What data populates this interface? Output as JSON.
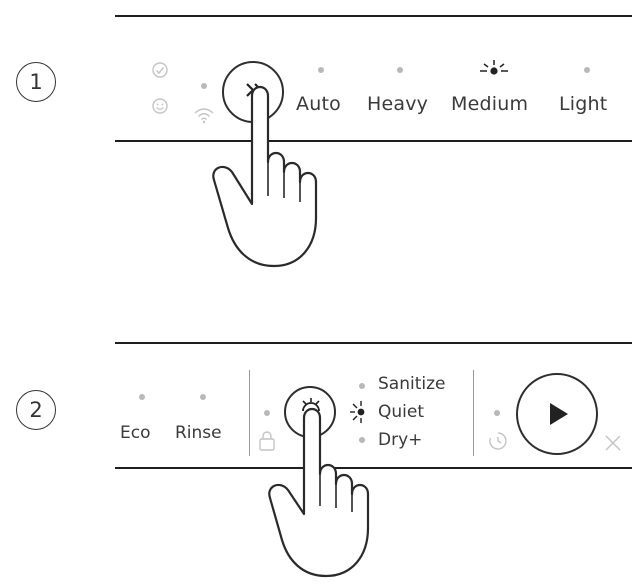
{
  "steps": [
    {
      "number": "1",
      "options": [
        {
          "label": "Auto",
          "active": false
        },
        {
          "label": "Heavy",
          "active": false
        },
        {
          "label": "Medium",
          "active": true
        },
        {
          "label": "Light",
          "active": false
        }
      ],
      "button_icon": "double-chevron-icon"
    },
    {
      "number": "2",
      "left_options": [
        {
          "label": "Eco"
        },
        {
          "label": "Rinse"
        }
      ],
      "mid_options": [
        {
          "label": "Sanitize",
          "active": false
        },
        {
          "label": "Quiet",
          "active": true
        },
        {
          "label": "Dry+",
          "active": false
        }
      ],
      "button_icon": "sun-icon",
      "start_icon": "play-icon"
    }
  ],
  "colors": {
    "line": "#1f1f1f",
    "text": "#3a3a3a",
    "dot_inactive": "#b8b8b8",
    "divider": "#9a9a9a"
  }
}
